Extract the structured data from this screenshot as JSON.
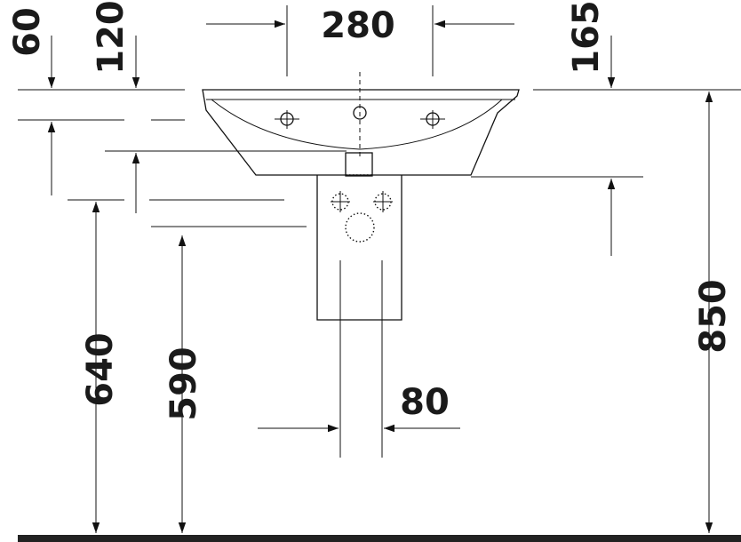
{
  "dimensions": {
    "top_width": "280",
    "rim_thickness": "60",
    "rim_to_inlet": "120",
    "wall_to_overflow": "165",
    "tap_hole_height": "640",
    "drain_height": "590",
    "pedestal_width": "80",
    "rim_height": "850"
  },
  "colors": {
    "line": "#111111",
    "floor": "#222222",
    "background": "#ffffff"
  }
}
